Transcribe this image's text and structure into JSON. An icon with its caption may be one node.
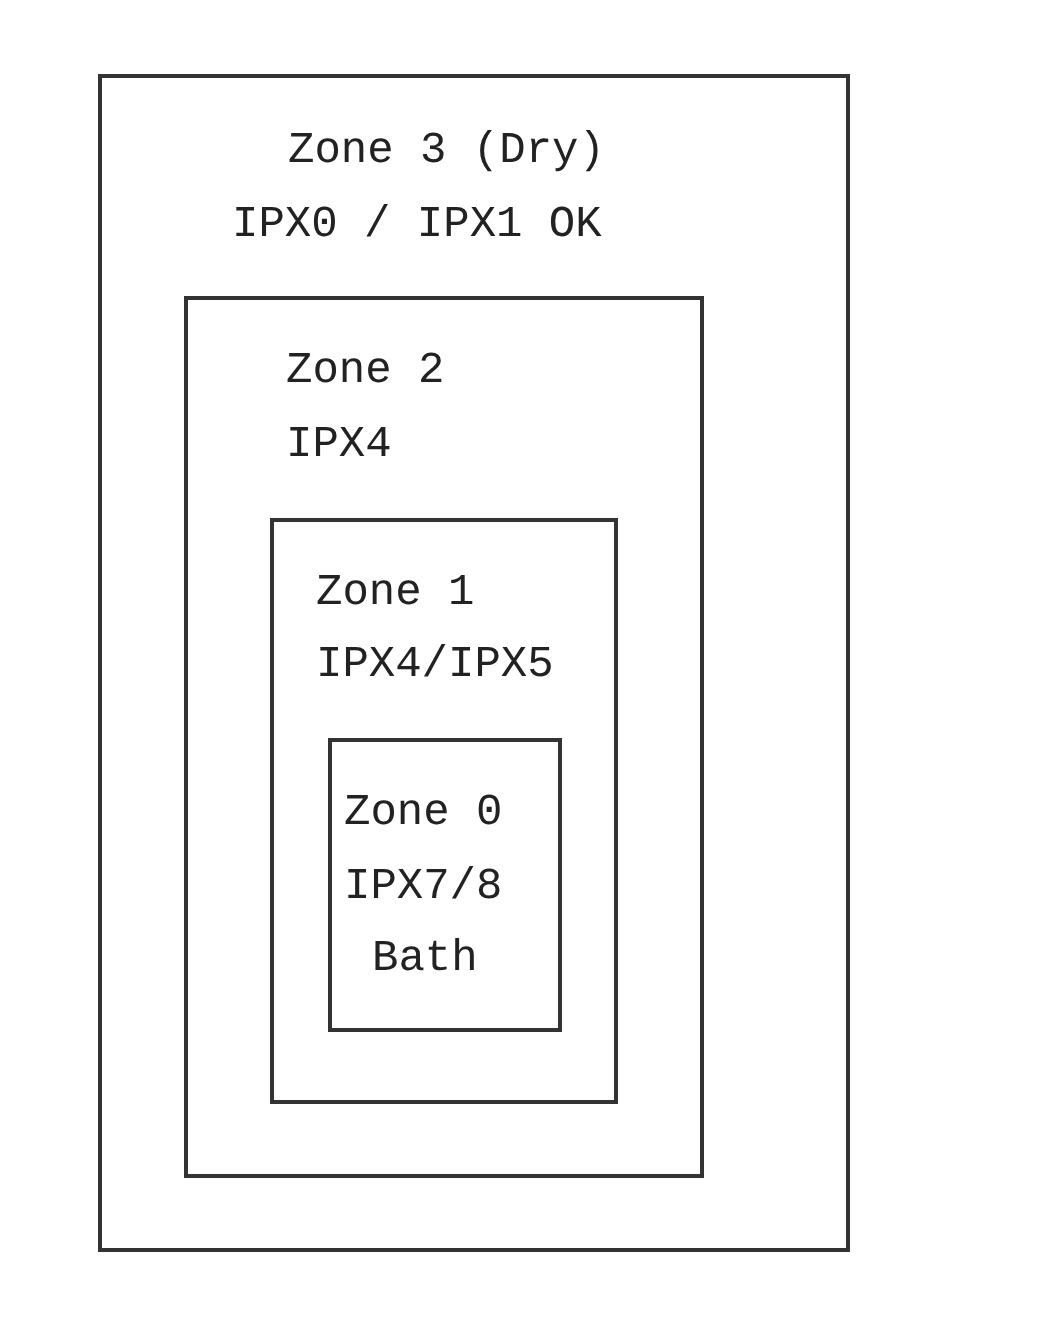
{
  "diagram": {
    "nodes": [
      {
        "text": [
          "Zone 3 (Dry)",
          "IPX0 / IPX1 OK"
        ]
      },
      {
        "text": [
          "Zone 2",
          "IPX4"
        ],
        "in": 0
      },
      {
        "text": [
          "Zone 1",
          "IPX4/IPX5"
        ],
        "in": 1
      },
      {
        "text": [
          "Zone 0",
          "IPX7/8",
          "Bath"
        ],
        "in": 2
      }
    ]
  }
}
